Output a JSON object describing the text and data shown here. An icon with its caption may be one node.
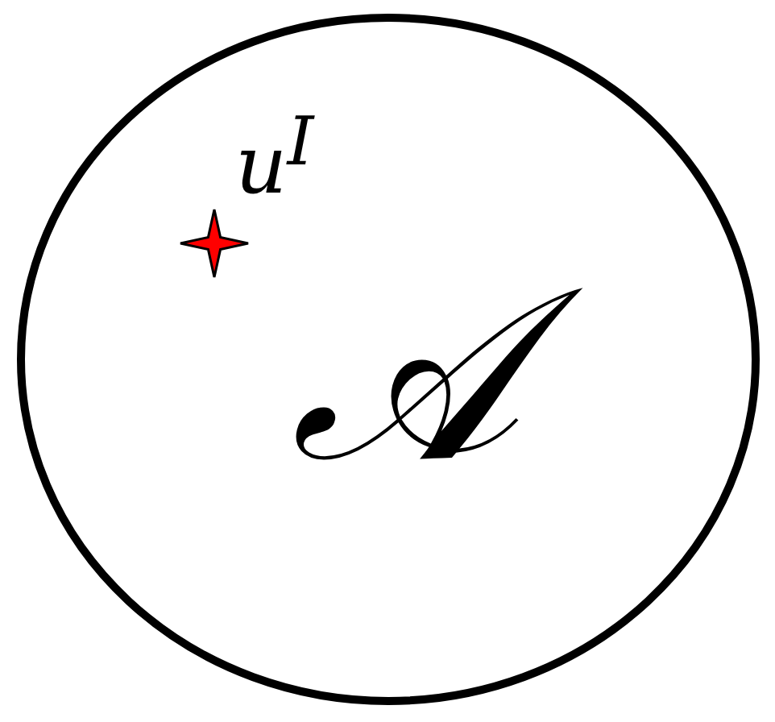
{
  "diagram": {
    "nodes": [
      {
        "text": [
          "𝒜"
        ]
      },
      {
        "text": [],
        "shape": "star",
        "in": 0,
        "beside": [
          "u$^{I}$"
        ]
      }
    ],
    "edges": []
  }
}
